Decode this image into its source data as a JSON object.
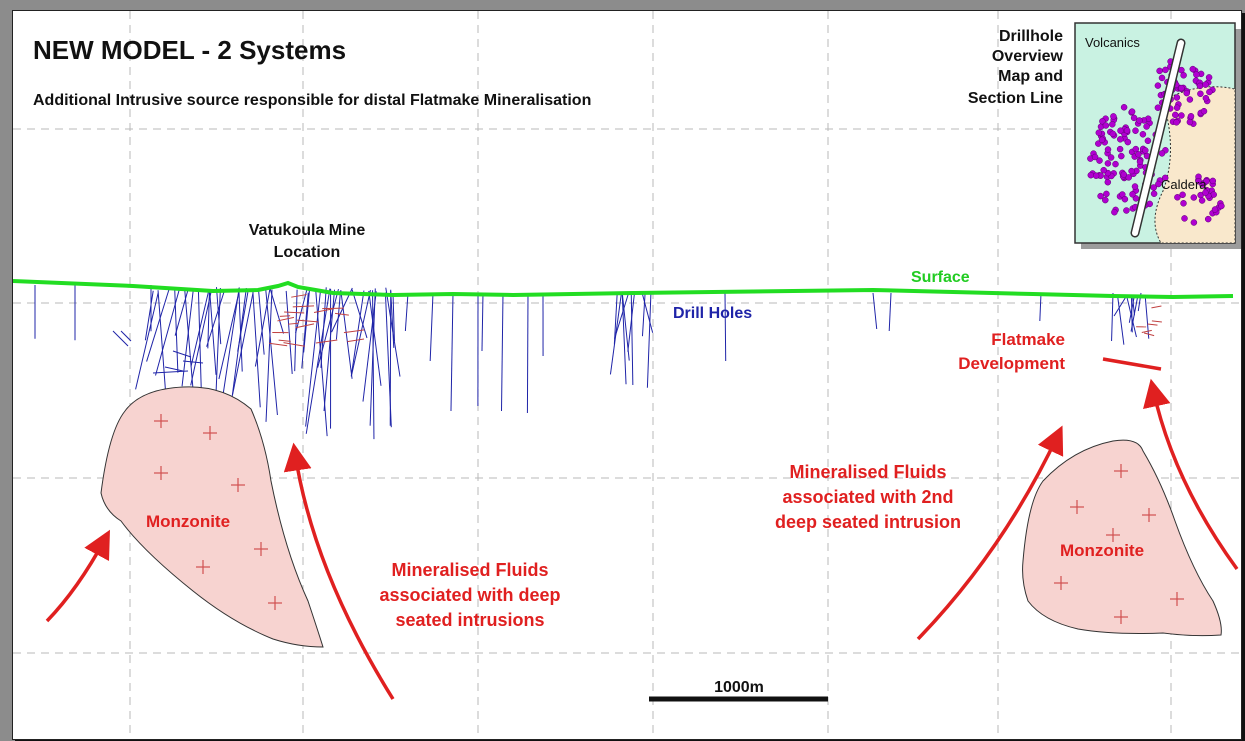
{
  "title": "NEW MODEL - 2 Systems",
  "subtitle": "Additional Intrusive source responsible for distal Flatmake Mineralisation",
  "inset": {
    "caption_lines": [
      "Drillhole",
      "Overview",
      "Map and",
      "Section Line"
    ],
    "volcanics_label": "Volcanics",
    "caldera_label": "Caldera"
  },
  "labels": {
    "mine_location_lines": [
      "Vatukoula Mine",
      "Location"
    ],
    "surface": "Surface",
    "drill_holes": "Drill Holes",
    "flatmake_lines": [
      "Flatmake",
      "Development"
    ],
    "monzonite_left": "Monzonite",
    "monzonite_right": "Monzonite",
    "fluids_left_lines": [
      "Mineralised Fluids",
      "associated with deep",
      "seated intrusions"
    ],
    "fluids_right_lines": [
      "Mineralised Fluids",
      "associated with 2nd",
      "deep seated intrusion"
    ],
    "scale_bar": "1000m"
  },
  "colors": {
    "surface_line": "#22dd22",
    "drill_holes": "#1f24a8",
    "arrows": "#e02020",
    "intrusion_fill": "#f7d3d0",
    "inset_points": "#b000d0",
    "inset_volcanics": "#c9f2e2",
    "inset_caldera": "#f9e8cc"
  }
}
